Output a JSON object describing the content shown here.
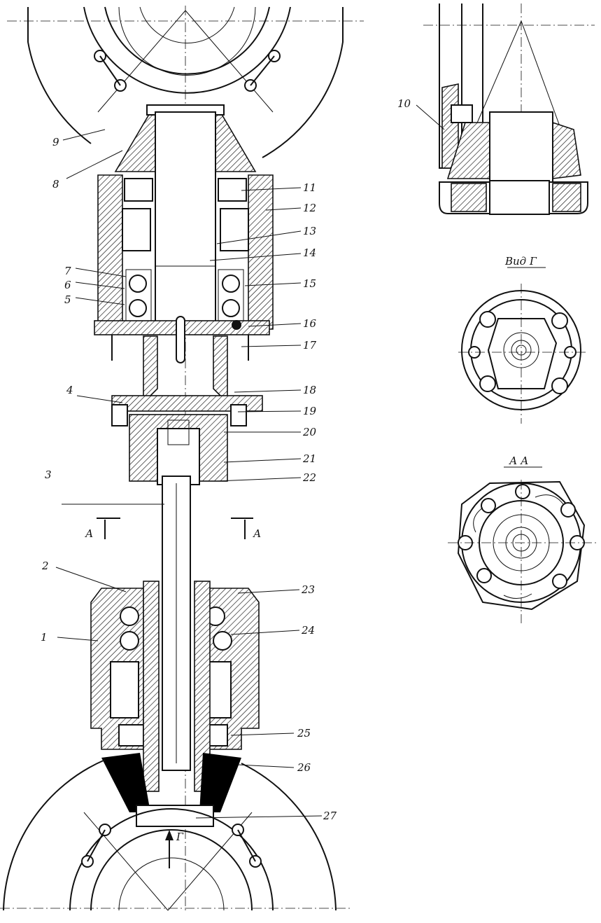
{
  "views": {
    "view_g_title": "Вид Г",
    "section_aa_title": "А А",
    "section_mark_left": "А",
    "section_mark_right": "А",
    "view_arrow_label": "Г"
  },
  "callouts": [
    "1",
    "2",
    "3",
    "4",
    "5",
    "6",
    "7",
    "8",
    "9",
    "10",
    "11",
    "12",
    "13",
    "14",
    "15",
    "16",
    "17",
    "18",
    "19",
    "20",
    "21",
    "22",
    "23",
    "24",
    "25",
    "26",
    "27"
  ]
}
